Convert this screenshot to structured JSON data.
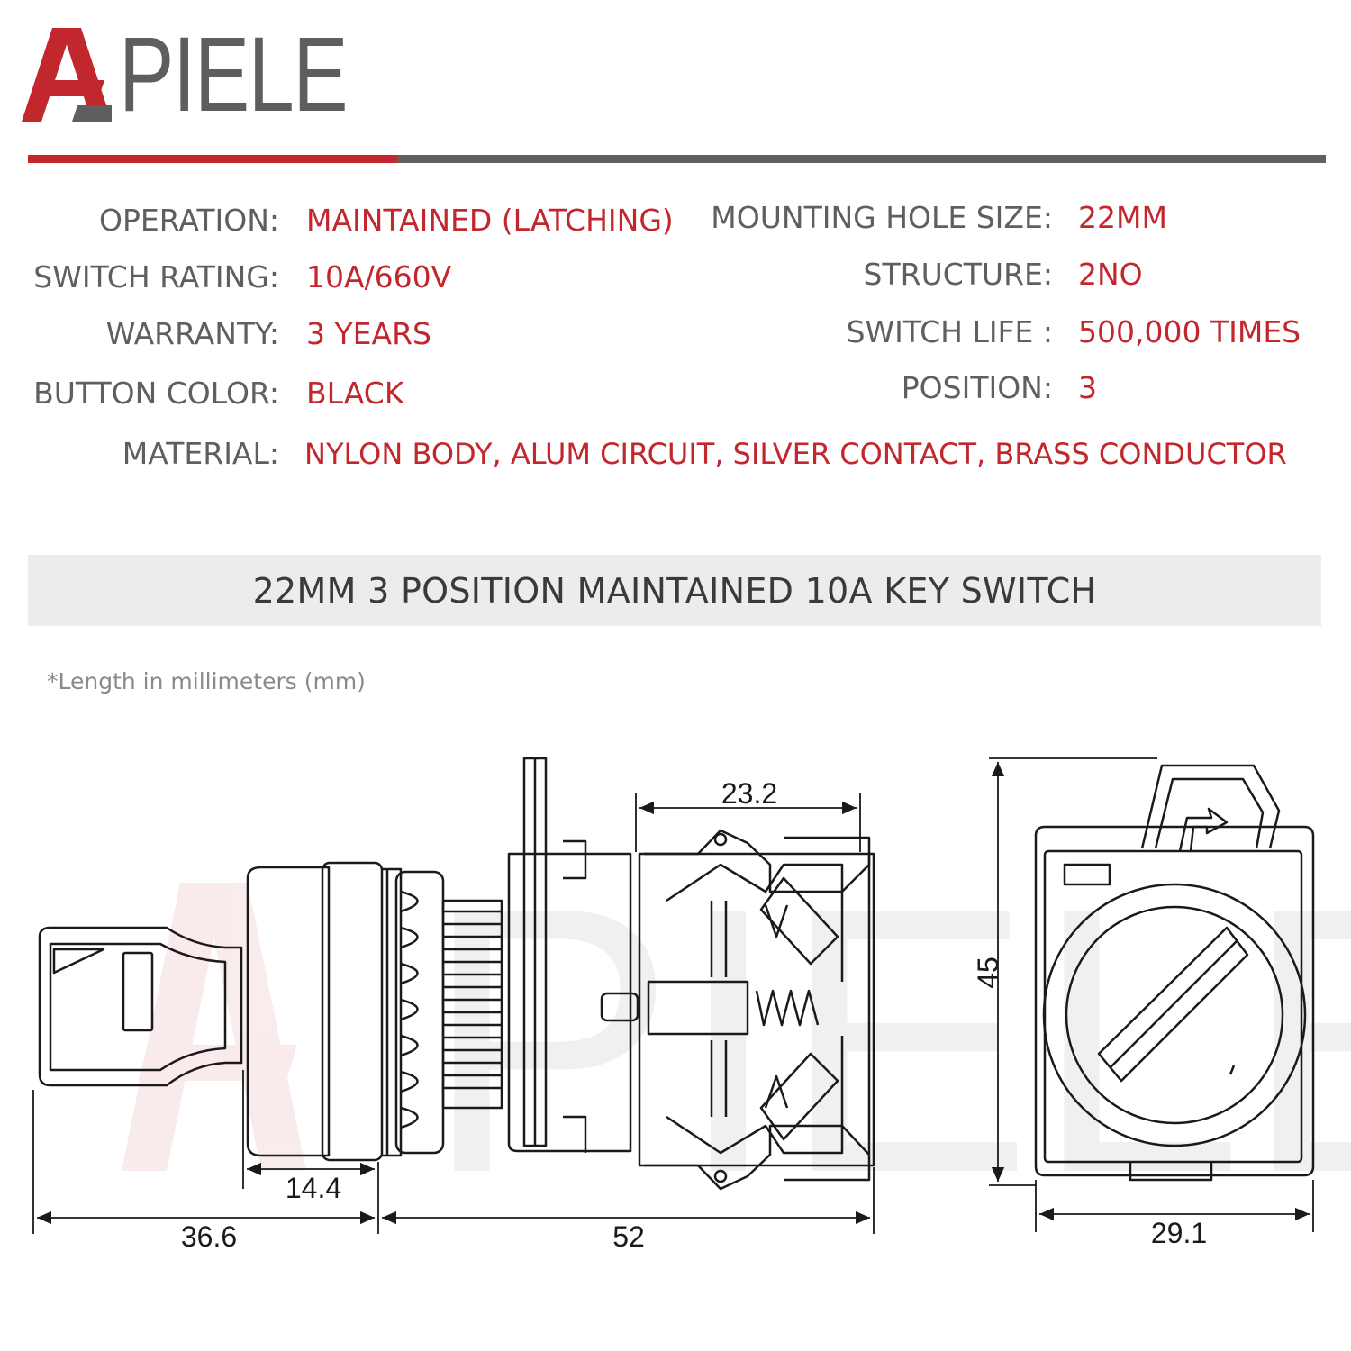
{
  "brand": {
    "name": "PIELE",
    "logo_lettering": "A",
    "colors": {
      "red": "#c1272d",
      "grey": "#5f5f5f"
    }
  },
  "specs": {
    "operation": {
      "label": "OPERATION:",
      "value": "MAINTAINED (LATCHING)"
    },
    "switch_rating": {
      "label": "SWITCH RATING:",
      "value": "10A/660V"
    },
    "warranty": {
      "label": "WARRANTY:",
      "value": "3 YEARS"
    },
    "button_color": {
      "label": "BUTTON COLOR:",
      "value": "BLACK"
    },
    "material": {
      "label": "MATERIAL:",
      "value": "NYLON BODY, ALUM CIRCUIT, SILVER CONTACT, BRASS CONDUCTOR"
    },
    "mounting_hole_size": {
      "label": "MOUNTING HOLE SIZE:",
      "value": "22MM"
    },
    "structure": {
      "label": "STRUCTURE:",
      "value": "2NO"
    },
    "switch_life": {
      "label": "SWITCH LIFE :",
      "value": "500,000 TIMES"
    },
    "position": {
      "label": "POSITION:",
      "value": "3"
    }
  },
  "banner": {
    "title": "22MM 3 POSITION MAINTAINED 10A KEY SWITCH"
  },
  "note": "*Length in millimeters (mm)",
  "dimensions": {
    "key_head": "14.4",
    "key_total": "36.6",
    "body_length": "52",
    "contact_block": "23.2",
    "height": "45",
    "width": "29.1"
  },
  "watermark": "PIELE"
}
